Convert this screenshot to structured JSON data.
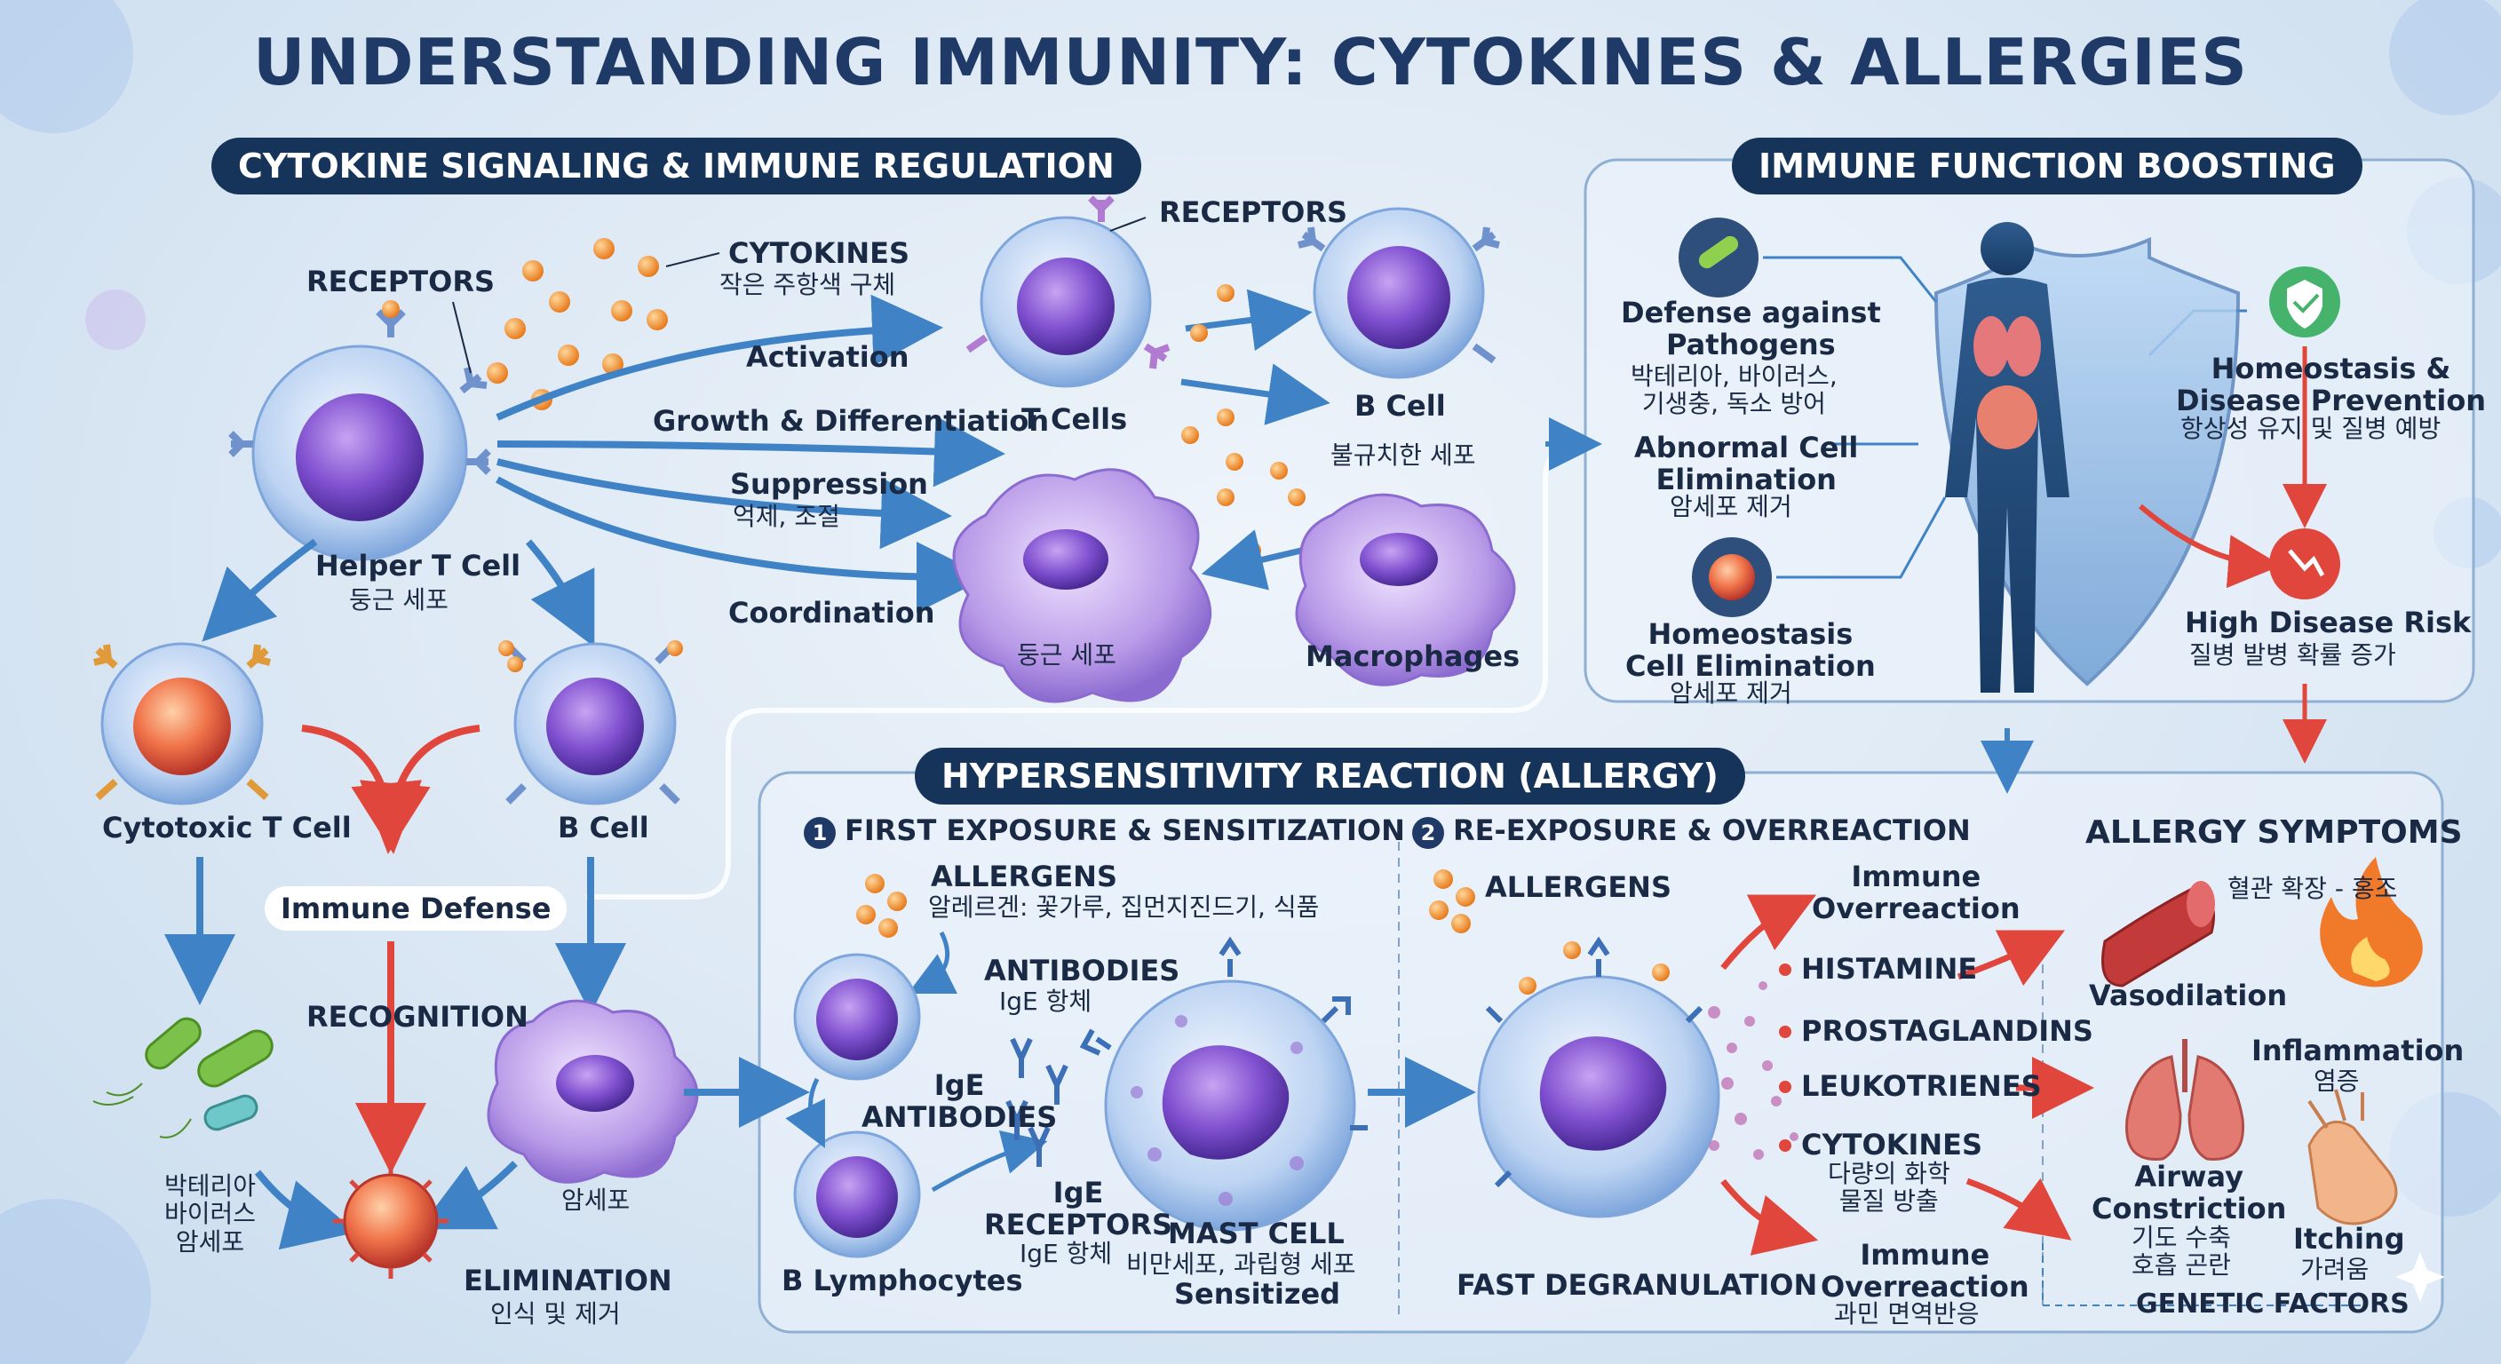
{
  "title": "UNDERSTANDING IMMUNITY: CYTOKINES & ALLERGIES",
  "sections": {
    "cytokine": "CYTOKINE SIGNALING & IMMUNE REGULATION",
    "boost": "IMMUNE FUNCTION BOOSTING",
    "allergy": "HYPERSENSITIVITY REACTION (ALLERGY)"
  },
  "cytokine_panel": {
    "receptors_left": "RECEPTORS",
    "cytokines": "CYTOKINES",
    "cytokines_kr": "작은 주항색 구체",
    "receptors_right": "RECEPTORS",
    "activation": "Activation",
    "growth": "Growth & Differentiation",
    "suppression": "Suppression",
    "suppression_kr": "억제, 조절",
    "coordination": "Coordination",
    "helper_t": "Helper T Cell",
    "helper_t_kr": "둥근 세포",
    "t_cells": "T Cells",
    "b_cell_top": "B Cell",
    "irregular_kr": "불규치한 세포",
    "round_kr": "둥근 세포",
    "macrophages": "Macrophages",
    "cytotoxic": "Cytotoxic T Cell",
    "b_cell_mid": "B Cell",
    "immune_defense": "Immune Defense",
    "recognition": "RECOGNITION",
    "pathogens_kr": "박테리아\n바이러스\n암세포",
    "cancer_kr": "암세포",
    "elimination": "ELIMINATION",
    "elimination_kr": "인식 및 제거"
  },
  "boost_panel": {
    "defense": "Defense against\nPathogens",
    "defense_kr": "박테리아, 바이러스,\n기생충, 독소 방어",
    "abnormal": "Abnormal Cell\nElimination",
    "abnormal_kr": "암세포 제거",
    "homeo_cell": "Homeostasis\nCell Elimination",
    "homeo_cell_kr": "암세포 제거",
    "homeo_prev": "Homeostasis &\nDisease Prevention",
    "homeo_prev_kr": "항상성 유지 및 질병 예방",
    "risk": "High Disease Risk",
    "risk_kr": "질병 발병 확률 증가"
  },
  "allergy_panel": {
    "step1_num": "1",
    "step1": "FIRST EXPOSURE & SENSITIZATION",
    "allergens1": "ALLERGENS",
    "allergens1_kr": "알레르겐: 꽃가루, 집먼지진드기, 식품",
    "antibodies": "ANTIBODIES",
    "antibodies_kr": "IgE 항체",
    "ige_antibodies": "IgE\nANTIBODIES",
    "ige_receptors": "IgE\nRECEPTORS",
    "ige_receptors_kr": "IgE 항체",
    "b_lymph": "B Lymphocytes",
    "mast": "MAST CELL",
    "mast_kr": "비만세포, 과립형 세포",
    "sensitized": "Sensitized",
    "step2_num": "2",
    "step2": "RE-EXPOSURE & OVERREACTION",
    "allergens2": "ALLERGENS",
    "overreaction_top": "Immune\nOverreaction",
    "histamine": "HISTAMINE",
    "prostaglandins": "PROSTAGLANDINS",
    "leukotrienes": "LEUKOTRIENES",
    "cytokines": "CYTOKINES",
    "cytokines_kr": "다량의 화학\n물질 방출",
    "overreaction_bottom": "Immune\nOverreaction",
    "overreaction_kr": "과민 면역반응",
    "fast": "FAST DEGRANULATION"
  },
  "symptoms": {
    "title": "ALLERGY SYMPTOMS",
    "vaso_kr": "혈관 확장 - 홍조",
    "vaso": "Vasodilation",
    "inflammation": "Inflammation",
    "inflammation_kr": "염증",
    "airway": "Airway\nConstriction",
    "airway_kr": "기도 수축\n호흡 곤란",
    "itching": "Itching",
    "itching_kr": "가려움",
    "genetic": "GENETIC FACTORS"
  },
  "colors": {
    "title": "#1f3a66",
    "pill": "#163459",
    "arrow_blue": "#3f83c6",
    "arrow_red": "#e0463c",
    "cell_purple": "#7b52c4",
    "cytokine_orange": "#f08a24"
  }
}
